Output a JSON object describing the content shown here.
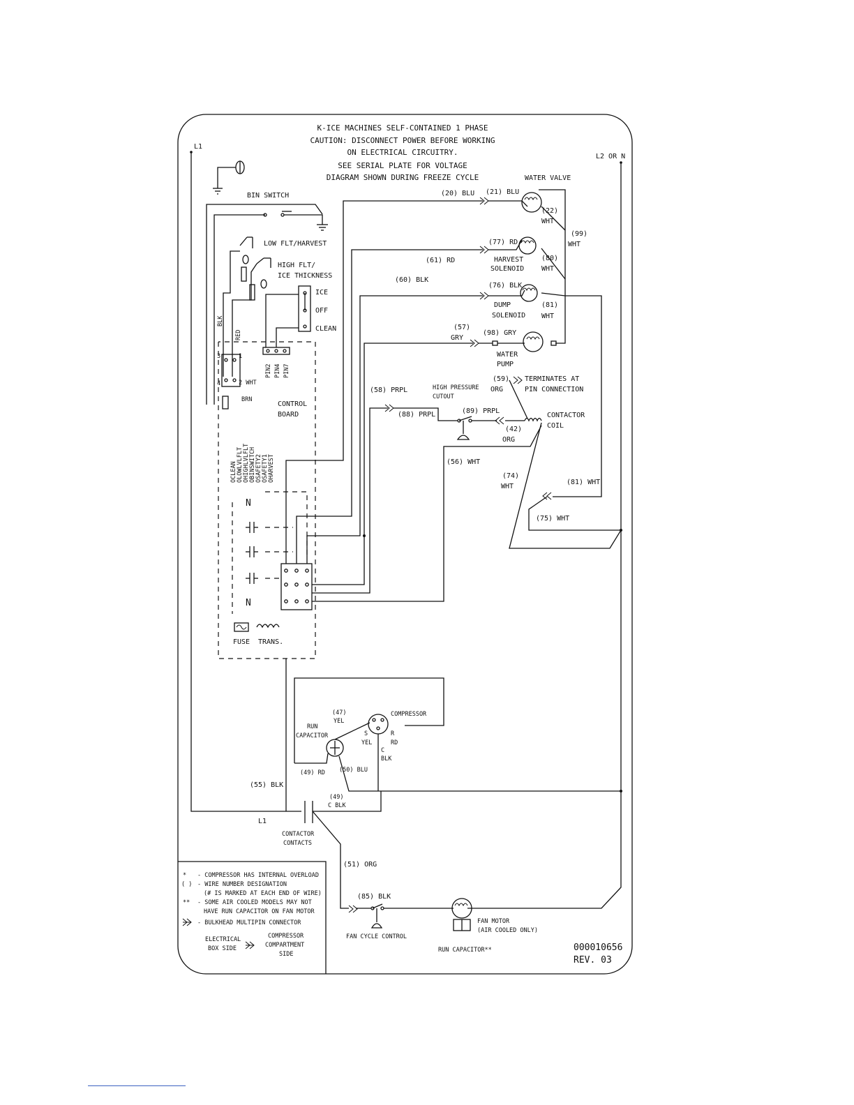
{
  "header": {
    "line1": "K-ICE MACHINES SELF-CONTAINED 1 PHASE",
    "line2": "CAUTION: DISCONNECT POWER BEFORE WORKING",
    "line3": "ON ELECTRICAL CIRCUITRY.",
    "line4": "SEE SERIAL PLATE FOR VOLTAGE",
    "line5": "DIAGRAM SHOWN DURING FREEZE CYCLE"
  },
  "lines": {
    "l1": "L1",
    "l2": "L2 OR N",
    "l1_bottom": "L1"
  },
  "components": {
    "bin_switch": "BIN SWITCH",
    "low_flt": "LOW FLT/HARVEST",
    "high_flt_1": "HIGH FLT/",
    "high_flt_2": "ICE THICKNESS",
    "ice": "ICE",
    "off": "OFF",
    "clean": "CLEAN",
    "water_valve": "WATER VALVE",
    "harvest_solenoid_1": "HARVEST",
    "harvest_solenoid_2": "SOLENOID",
    "dump_solenoid_1": "DUMP",
    "dump_solenoid_2": "SOLENOID",
    "water_pump_1": "WATER",
    "water_pump_2": "PUMP",
    "terminates_1": "TERMINATES AT",
    "terminates_2": "PIN CONNECTION",
    "contactor_coil_1": "CONTACTOR",
    "contactor_coil_2": "COIL",
    "high_pressure_1": "HIGH PRESSURE",
    "high_pressure_2": "CUTOUT",
    "control_board_1": "CONTROL",
    "control_board_2": "BOARD",
    "fuse": "FUSE",
    "trans": "TRANS.",
    "compressor": "COMPRESSOR",
    "run_capacitor_1": "RUN",
    "run_capacitor_2": "CAPACITOR",
    "contactor_contacts_1": "CONTACTOR",
    "contactor_contacts_2": "CONTACTS",
    "fan_cycle_control": "FAN CYCLE CONTROL",
    "fan_motor_1": "FAN MOTOR",
    "fan_motor_2": "(AIR COOLED ONLY)",
    "fan_run_capacitor": "RUN CAPACITOR**",
    "pin2": "PIN2",
    "pin4": "PIN4",
    "pin7": "PIN7",
    "blk": "BLK",
    "red": "RED",
    "brn": "BRN",
    "two_wht": "2 WHT",
    "board_pins": [
      "OCLEAN",
      "OLOWLVLFLT",
      "OHIGHLVLFLT",
      "OBINSWITCH",
      "OSAFETY2",
      "OSAFETY1",
      "OHARVEST"
    ],
    "comp_s": "S",
    "comp_r": "R",
    "comp_c": "C",
    "comp_yel": "YEL",
    "comp_rd": "RD",
    "comp_blk": "BLK",
    "t3": "3",
    "t1": "1",
    "t4": "4"
  },
  "wires": {
    "w20": "(20) BLU",
    "w21": "(21) BLU",
    "w22a": "(22)",
    "w22b": "WHT",
    "w99a": "(99)",
    "w99b": "WHT",
    "w77": "(77) RD",
    "w61": "(61) RD",
    "w80a": "(80)",
    "w80b": "WHT",
    "w60": "(60) BLK",
    "w76": "(76) BLK",
    "w81a": "(81)",
    "w81b": "WHT",
    "w57a": "(57)",
    "w57b": "GRY",
    "w98": "(98) GRY",
    "w59a": "(59)",
    "w59b": "ORG",
    "w58": "(58) PRPL",
    "w88": "(88) PRPL",
    "w89": "(89) PRPL",
    "w42a": "(42)",
    "w42b": "ORG",
    "w56": "(56) WHT",
    "w74a": "(74)",
    "w74b": "WHT",
    "w81r": "(81) WHT",
    "w75": "(75) WHT",
    "w47a": "(47)",
    "w47b": "YEL",
    "w49rd": "(49) RD",
    "w50": "(50) BLU",
    "w55": "(55) BLK",
    "w49a": "(49)",
    "w49b": "C BLK",
    "w51": "(51) ORG",
    "w85": "(85) BLK"
  },
  "legend": {
    "row1_sym": "*",
    "row1": "- COMPRESSOR HAS INTERNAL OVERLOAD",
    "row2_sym": "( )",
    "row2": "- WIRE NUMBER DESIGNATION",
    "row2b": "(# IS MARKED AT EACH END OF WIRE)",
    "row3_sym": "**",
    "row3": "- SOME AIR COOLED MODELS MAY NOT",
    "row3b": "HAVE RUN CAPACITOR ON FAN MOTOR",
    "row4": "- BULKHEAD MULTIPIN CONNECTOR",
    "electrical_1": "ELECTRICAL",
    "electrical_2": "BOX SIDE",
    "compressor_1": "COMPRESSOR",
    "compressor_2": "COMPARTMENT",
    "compressor_3": "SIDE"
  },
  "drawing": {
    "number": "000010656",
    "rev": "REV. 03"
  }
}
